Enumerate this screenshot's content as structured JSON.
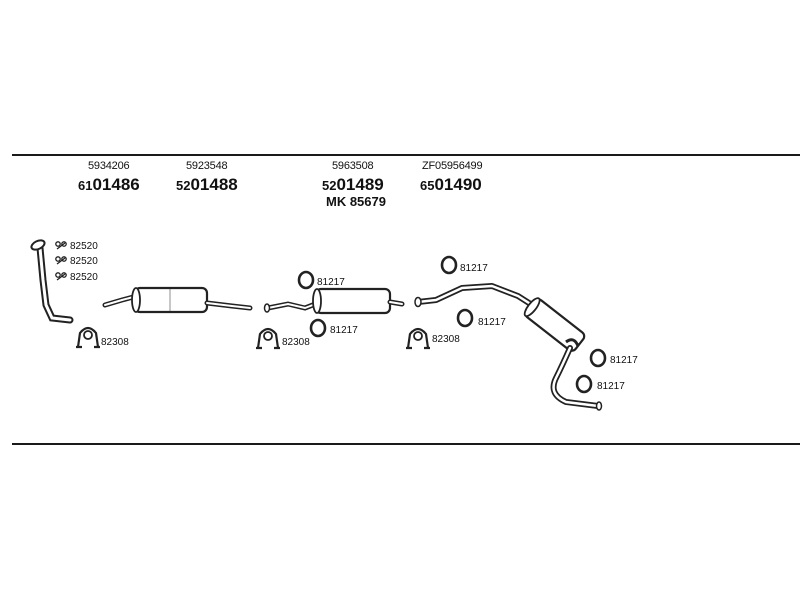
{
  "parts": [
    {
      "ref": "5934206",
      "code_prefix": "61",
      "code": "01486"
    },
    {
      "ref": "5923548",
      "code_prefix": "52",
      "code": "01488"
    },
    {
      "ref": "5963508",
      "code_prefix": "52",
      "code": "01489",
      "extra": "MK 85679"
    },
    {
      "ref": "ZF05956499",
      "code_prefix": "65",
      "code": "01490"
    }
  ],
  "labels": {
    "bolt_1": "82520",
    "bolt_2": "82520",
    "bolt_3": "82520",
    "clamp_1": "82308",
    "clamp_2": "82308",
    "clamp_3": "82308",
    "ring_1": "81217",
    "ring_2": "81217",
    "ring_3": "81217",
    "ring_4": "81217",
    "ring_5": "81217",
    "ring_6": "81217"
  }
}
